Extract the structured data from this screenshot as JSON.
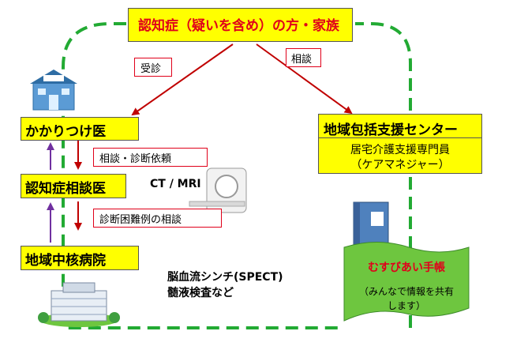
{
  "colors": {
    "yellow": "#ffff00",
    "dash_green": "#22aa33",
    "red_arrow": "#c00000",
    "purple_arrow": "#7030a0",
    "red_text": "#e0001a",
    "note_green": "#6ec63f"
  },
  "top_box": {
    "label": "認知症（疑いを含め）の方・家族"
  },
  "labels": {
    "jushin": "受診",
    "soudan": "相談",
    "soudan_shindan": "相談・診断依頼",
    "shindan_konnan": "診断困難例の相談"
  },
  "left_boxes": {
    "kakaritsuke": "かかりつけ医",
    "ninchisho_soudan": "認知症相談医",
    "chiiki_chukaku": "地域中核病院"
  },
  "right_box": {
    "title": "地域包括支援センター",
    "line1": "居宅介護支援専門員",
    "line2": "（ケアマネジャー）"
  },
  "ct_mri": "CT / MRI",
  "exams": {
    "line1": "脳血流シンチ(SPECT)",
    "line2": "髄液検査など"
  },
  "note": {
    "title": "むすびあい手帳",
    "line1": "（みんなで情報を共有",
    "line2": "します）"
  },
  "icons": {
    "clinic": "clinic-building-icon",
    "hospital": "hospital-building-icon",
    "scanner": "ct-scanner-icon",
    "binder": "binder-icon"
  }
}
